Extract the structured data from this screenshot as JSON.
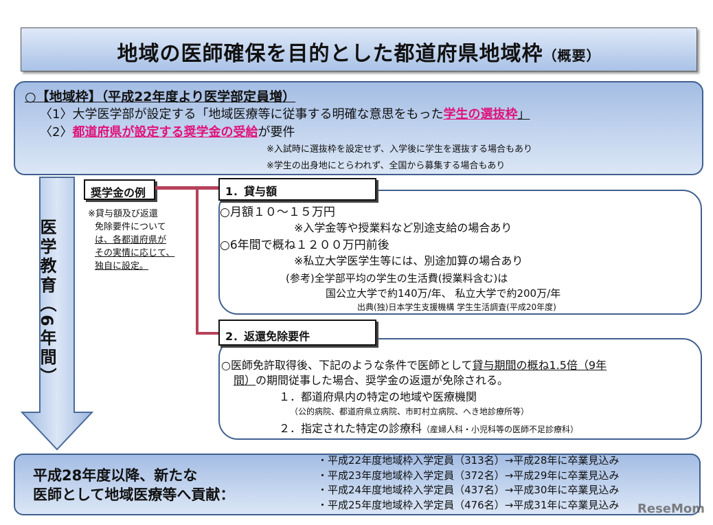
{
  "title": {
    "main": "地域の医師確保を目的とした都道府県地域枠",
    "sub": "（概要）"
  },
  "section1": {
    "heading": "○【地域枠】（平成22年度より医学部定員増）",
    "item1_prefix": "〈1〉大学医学部が設定する「地域医療等に従事する明確な意思をもった",
    "item1_highlight": "学生の選抜枠",
    "item1_suffix": "」",
    "item2_prefix": "〈2〉",
    "item2_highlight": "都道府県が設定する奨学金の受給",
    "item2_suffix": "が要件",
    "note1": "※入試時に選抜枠を設定せず、入学後に学生を選抜する場合もあり",
    "note2": "※学生の出身地にとらわれず、全国から募集する場合もあり"
  },
  "arrow_label": "医学教育（6年間）",
  "scholarship": {
    "label": "奨学金の例",
    "note_lines": [
      "※貸与額及び返還",
      "免除要件について",
      "は、各都道府県が",
      "その実情に応じて、",
      "独自に設定。"
    ]
  },
  "loan": {
    "label": "1．貸与額",
    "lines": [
      "○月額１０～１５万円",
      "※入学金等や授業料など別途支給の場合あり",
      "○6年間で概ね１２００万円前後",
      "※私立大学医学生等には、別途加算の場合あり",
      "(参考)全学部平均の学生の生活費(授業料含む)は",
      "国公立大学で約140万/年、 私立大学で約200万/年",
      "出典(独)日本学生支援機構  学生生活調査(平成20年度)"
    ]
  },
  "exemption": {
    "label": "2．返還免除要件",
    "line1_prefix": "○医師免許取得後、下記のような条件で医師として",
    "line1_underline": "貸与期間の概ね1.5倍（9年",
    "line2_underline": "間）",
    "line2_suffix": "の期間従事した場合、奨学金の返還が免除される。",
    "cond1": "１．都道府県内の特定の地域や医療機関",
    "cond1_detail": "（公的病院、都道府県立病院、市町村立病院、へき地診療所等）",
    "cond2": "２．指定された特定の診療科",
    "cond2_detail": "（産婦人科・小児科等の医師不足診療科）"
  },
  "bottom": {
    "heading_lines": [
      "平成28年度以降、新たな",
      "医師として地域医療等へ貢献："
    ],
    "items": [
      "・平成22年度地域枠入学定員（313名）→平成28年に卒業見込み",
      "・平成23年度地域枠入学定員（372名）→平成29年に卒業見込み",
      "・平成24年度地域枠入学定員（437名）→平成30年に卒業見込み",
      "・平成25年度地域枠入学定員（476名）→平成31年に卒業見込み"
    ]
  },
  "watermark": "ReseMom"
}
